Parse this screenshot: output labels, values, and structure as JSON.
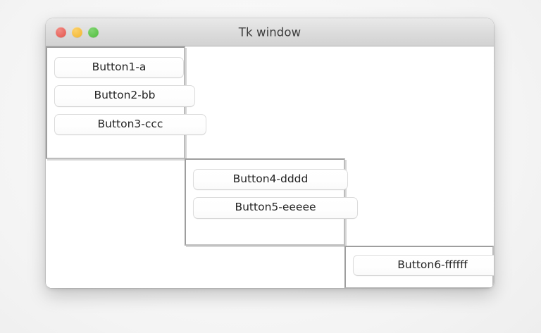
{
  "window": {
    "title": "Tk window",
    "traffic_lights": [
      {
        "name": "close",
        "color": "#e8635b"
      },
      {
        "name": "minimize",
        "color": "#f5bd3f"
      },
      {
        "name": "maximize",
        "color": "#5ec44c"
      }
    ]
  },
  "frames": [
    {
      "name": "frame-1",
      "buttons": [
        {
          "label": "Button1-a"
        },
        {
          "label": "Button2-bb"
        },
        {
          "label": "Button3-ccc"
        }
      ]
    },
    {
      "name": "frame-2",
      "buttons": [
        {
          "label": "Button4-dddd"
        },
        {
          "label": "Button5-eeeee"
        }
      ]
    },
    {
      "name": "frame-3",
      "buttons": [
        {
          "label": "Button6-ffffff"
        }
      ]
    }
  ],
  "colors": {
    "titlebar_top": "#e9e9e9",
    "titlebar_bottom": "#d2d2d2",
    "client_background": "#ffffff",
    "frame_border_dark": "#9e9e9e",
    "frame_border_light": "#bdbdbd",
    "button_face": "#ffffff",
    "button_text": "#232323",
    "title_text": "#3c3c3c",
    "desktop_background": "#ededed"
  }
}
